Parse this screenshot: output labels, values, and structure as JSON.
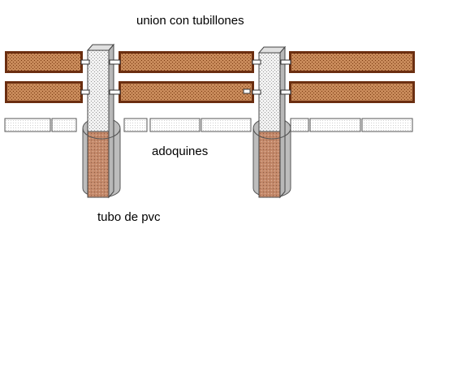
{
  "labels": {
    "title": "union con tubillones",
    "pavers": "adoquines",
    "pipe": "tubo de pvc"
  },
  "colors": {
    "beam_fill": "#c88a5a",
    "beam_border": "#6b2e10",
    "paver_fill": "#ffffff",
    "pipe_body": "#bdbdbd",
    "post_fill": "#e8e8e8",
    "post_lower": "#c4896a"
  }
}
